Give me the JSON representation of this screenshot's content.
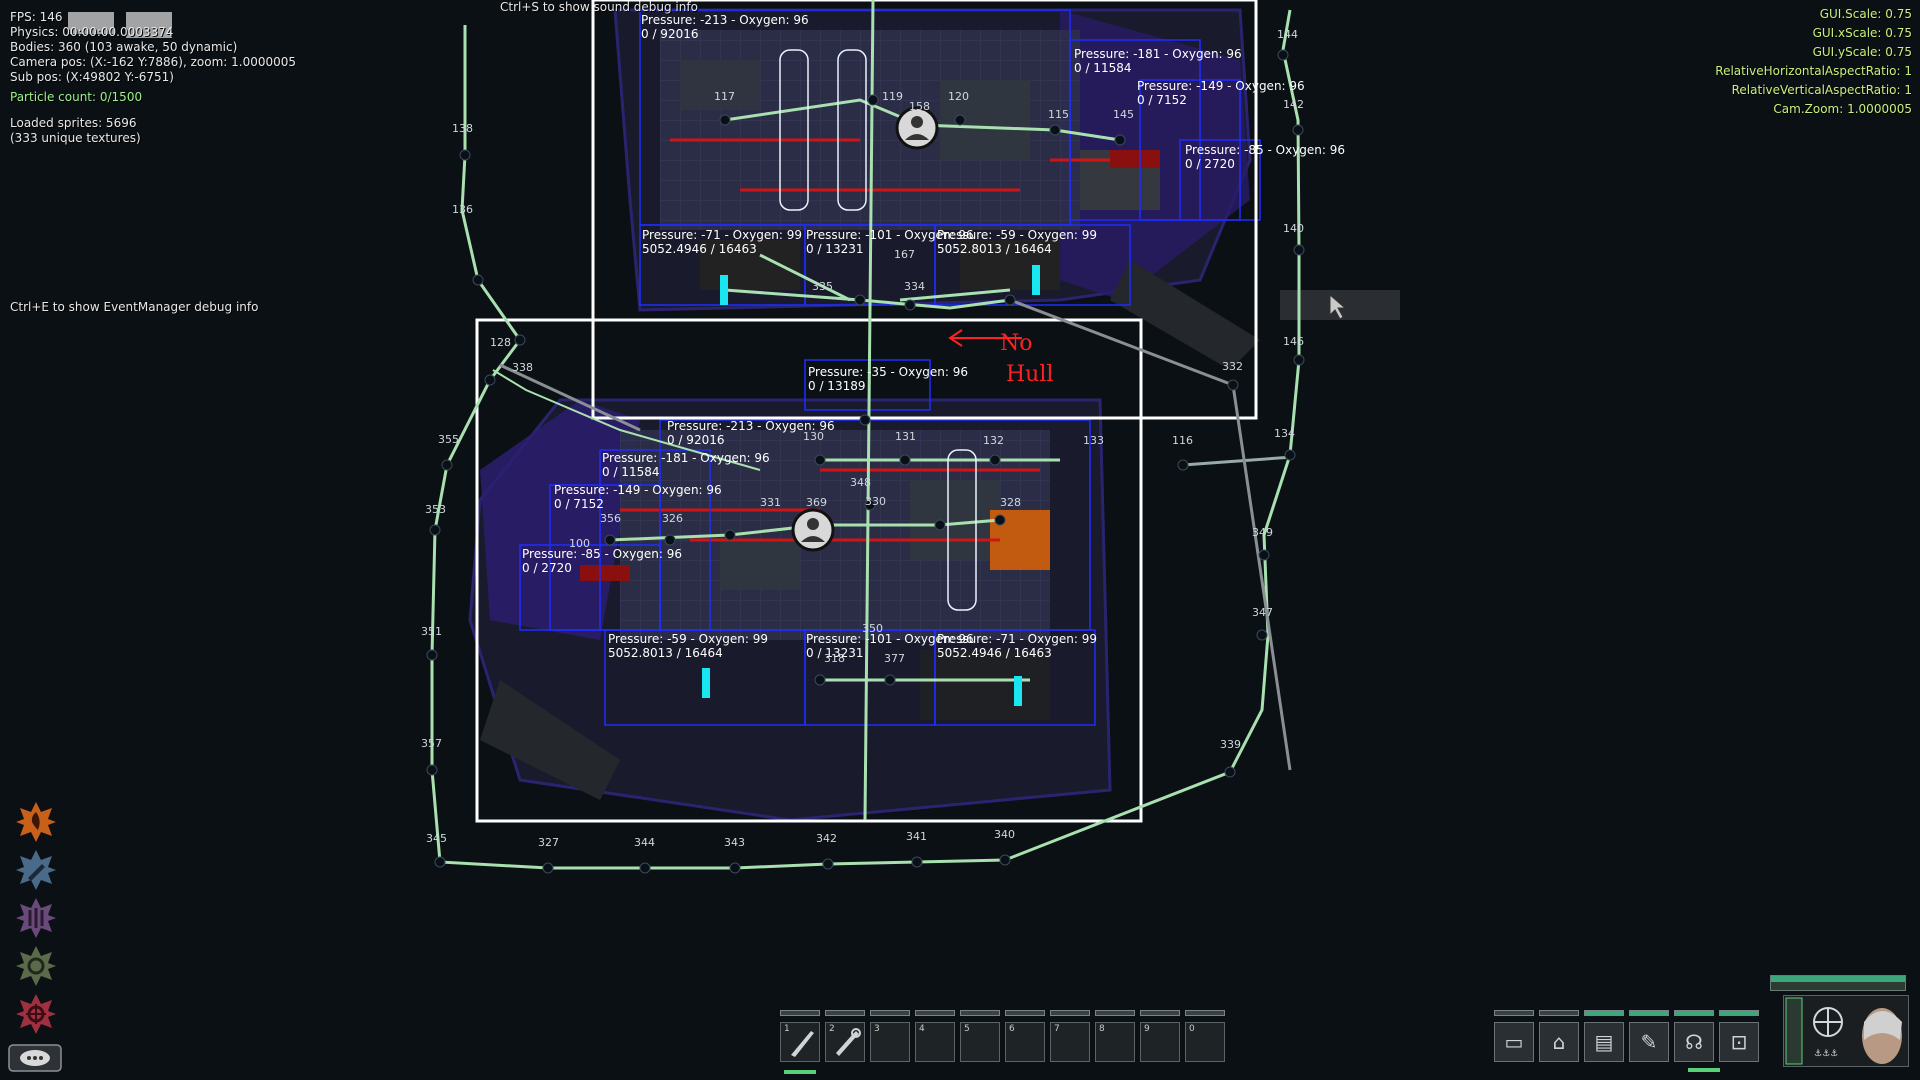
{
  "debug": {
    "fps": "FPS: 146",
    "physics": "Physics: 00:00:00.0003374",
    "bodies": "Bodies: 360 (103 awake, 50 dynamic)",
    "camera": "Camera pos: (X:-162 Y:7886), zoom: 1.0000005",
    "sub_pos": "Sub pos: (X:49802 Y:-6751)",
    "particles": "Particle count: 0/1500",
    "sprites": "Loaded sprites: 5696",
    "textures": "(333 unique textures)",
    "sound_hint": "Ctrl+S to show sound debug info",
    "event_hint": "Ctrl+E to show EventManager debug info"
  },
  "gui_scale": {
    "scale": "GUI.Scale: 0.75",
    "xscale": "GUI.xScale: 0.75",
    "yscale": "GUI.yScale: 0.75",
    "h_ratio": "RelativeHorizontalAspectRatio: 1",
    "v_ratio": "RelativeVerticalAspectRatio: 1",
    "cam_zoom": "Cam.Zoom: 1.0000005"
  },
  "annotation": {
    "line1": "No",
    "line2": "Hull"
  },
  "upper_rooms": [
    {
      "l1": "Pressure: -213 - Oxygen: 96",
      "l2": "0 / 92016"
    },
    {
      "l1": "Pressure: -181 - Oxygen: 96",
      "l2": "0 / 11584"
    },
    {
      "l1": "Pressure: -149 - Oxygen: 96",
      "l2": "0 / 7152"
    },
    {
      "l1": "Pressure: -85 - Oxygen: 96",
      "l2": "0 / 2720"
    },
    {
      "l1": "Pressure: -71 - Oxygen: 99",
      "l2": "5052.4946 / 16463"
    },
    {
      "l1": "Pressure: -101 - Oxygen: 96",
      "l2": "0 / 13231"
    },
    {
      "l1": "Pressure: -59 - Oxygen: 99",
      "l2": "5052.8013 / 16464"
    },
    {
      "l1": "Pressure: -35 - Oxygen: 96",
      "l2": "0 / 13189"
    }
  ],
  "lower_rooms": [
    {
      "l1": "Pressure: -213 - Oxygen: 96",
      "l2": "0 / 92016"
    },
    {
      "l1": "Pressure: -181 - Oxygen: 96",
      "l2": "0 / 11584"
    },
    {
      "l1": "Pressure: -149 - Oxygen: 96",
      "l2": "0 / 7152"
    },
    {
      "l1": "Pressure: -85 - Oxygen: 96",
      "l2": "0 / 2720"
    },
    {
      "l1": "Pressure: -59 - Oxygen: 99",
      "l2": "5052.8013 / 16464"
    },
    {
      "l1": "Pressure: -101 - Oxygen: 96",
      "l2": "0 / 13231"
    },
    {
      "l1": "Pressure: -71 - Oxygen: 99",
      "l2": "5052.4946 / 16463"
    }
  ],
  "waypoint_ids": {
    "outer_right": [
      "144",
      "142",
      "140",
      "146",
      "134",
      "349",
      "347",
      "339"
    ],
    "outer_left": [
      "138",
      "136",
      "128",
      "338",
      "355",
      "353",
      "351",
      "357",
      "345"
    ],
    "bottom": [
      "327",
      "344",
      "343",
      "342",
      "341",
      "340"
    ],
    "inner_upper": [
      "119",
      "158",
      "120",
      "115",
      "145",
      "117",
      "167",
      "335",
      "334",
      "332"
    ],
    "inner_lower": [
      "130",
      "131",
      "132",
      "133",
      "116",
      "100",
      "356",
      "326",
      "331",
      "369",
      "330",
      "328",
      "348",
      "318",
      "377",
      "350"
    ]
  },
  "hotbar": {
    "slots": [
      "1",
      "2",
      "3",
      "4",
      "5",
      "6",
      "7",
      "8",
      "9",
      "0"
    ],
    "filled": [
      {
        "slot": "1",
        "icon": "crowbar-icon"
      },
      {
        "slot": "2",
        "icon": "wrench-icon"
      }
    ]
  },
  "left_toolbar": [
    "fire-emblem-icon",
    "repair-emblem-icon",
    "medical-emblem-icon",
    "gear-emblem-icon",
    "crosshair-emblem-icon",
    "chat-icon"
  ],
  "equipment_slots": [
    "outfit-icon",
    "headwear-icon",
    "card-icon",
    "tool-icon",
    "headset-icon",
    "id-card-icon"
  ],
  "colors": {
    "waypoint_line": "#a9e0b0",
    "hull_border": "#ffffff",
    "room_border": "#1e2cff",
    "pipe_red": "#d01515",
    "hull_purple": "#3a1f7a",
    "annotation": "#ff2020"
  }
}
